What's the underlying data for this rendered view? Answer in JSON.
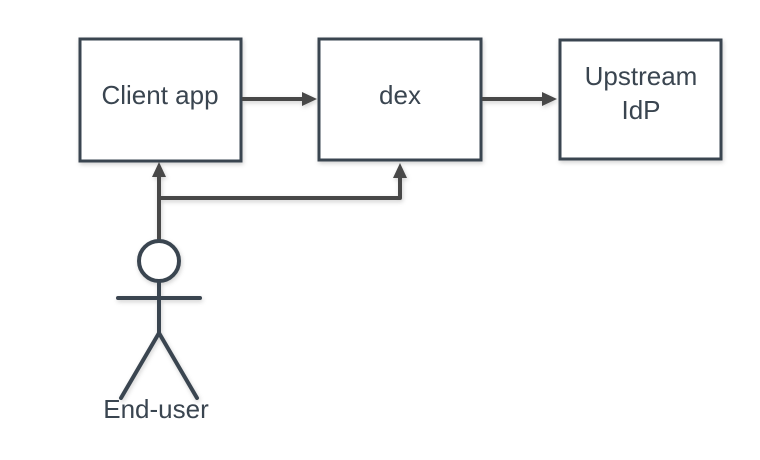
{
  "colors": {
    "background": "#ffffff",
    "node_fill": "#ffffff",
    "node_stroke": "#3a4550",
    "text": "#3a4550",
    "arrow": "#484848"
  },
  "diagram": {
    "type": "flow-diagram",
    "description": "Authentication flow between end-user, client app, dex and upstream identity provider",
    "nodes": [
      {
        "id": "client-app",
        "shape": "rectangle",
        "label": "Client app"
      },
      {
        "id": "dex",
        "shape": "rectangle",
        "label": "dex"
      },
      {
        "id": "upstream-idp",
        "shape": "rectangle",
        "label": "Upstream IdP",
        "line1": "Upstream",
        "line2": "IdP"
      },
      {
        "id": "end-user",
        "shape": "actor",
        "label": "End-user"
      }
    ],
    "edges": [
      {
        "from": "client-app",
        "to": "dex",
        "direction": "right"
      },
      {
        "from": "dex",
        "to": "upstream-idp",
        "direction": "right"
      },
      {
        "from": "end-user",
        "to": "client-app",
        "direction": "up"
      },
      {
        "from": "end-user",
        "to": "dex",
        "direction": "up"
      }
    ]
  }
}
